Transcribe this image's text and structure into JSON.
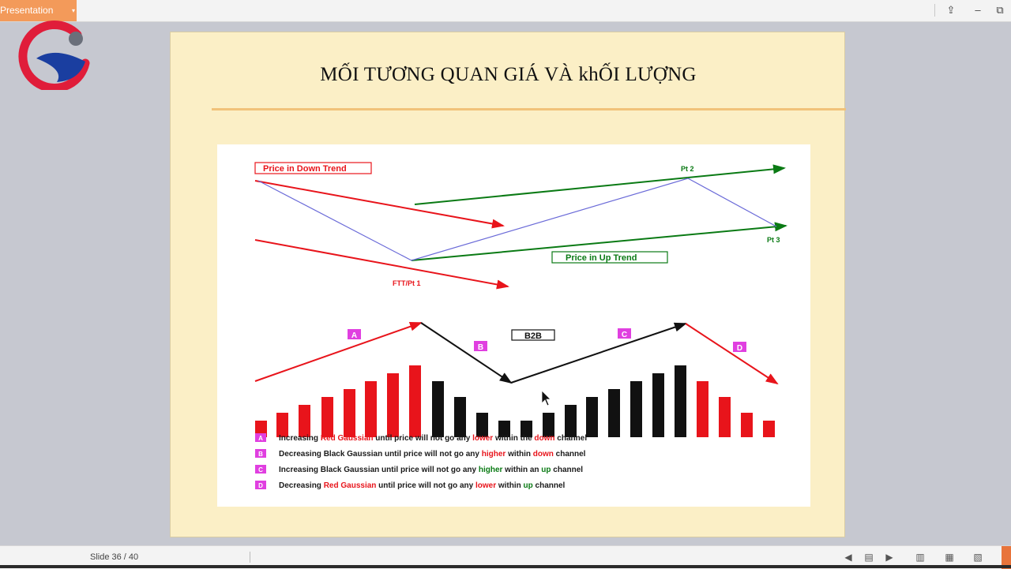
{
  "app": {
    "tab_label": "Presentation",
    "tab_arrow": "▾"
  },
  "window_controls": {
    "upload_icon": "⇪",
    "minimize": "–",
    "restore": "⧉"
  },
  "slide": {
    "title": "MỐI TƯƠNG QUAN GIÁ VÀ khỐI LƯỢNG"
  },
  "diagram": {
    "price_down_label": "Price in Down Trend",
    "price_up_label": "Price in Up Trend",
    "pt2": "Pt 2",
    "pt3": "Pt 3",
    "ftt_pt1": "FTT/Pt 1",
    "b2b": "B2B",
    "badges": [
      "A",
      "B",
      "C",
      "D"
    ],
    "colors": {
      "red": "#e8141b",
      "black": "#111111",
      "green": "#0a7a14",
      "blue": "#6a6ad8",
      "magenta": "#e03fe0"
    },
    "legend": [
      {
        "tag": "A",
        "parts": [
          {
            "t": "Increasing ",
            "c": "black"
          },
          {
            "t": "Red Gaussian",
            "c": "red"
          },
          {
            "t": " until price will not go any ",
            "c": "black"
          },
          {
            "t": "lower",
            "c": "red"
          },
          {
            "t": " within the ",
            "c": "black"
          },
          {
            "t": "down",
            "c": "red"
          },
          {
            "t": " channel",
            "c": "black"
          }
        ]
      },
      {
        "tag": "B",
        "parts": [
          {
            "t": "Decreasing Black Gaussian until price will not go any ",
            "c": "black"
          },
          {
            "t": "higher",
            "c": "red"
          },
          {
            "t": " within ",
            "c": "black"
          },
          {
            "t": "down",
            "c": "red"
          },
          {
            "t": " channel",
            "c": "black"
          }
        ]
      },
      {
        "tag": "C",
        "parts": [
          {
            "t": "Increasing Black Gaussian until price will not go any ",
            "c": "black"
          },
          {
            "t": "higher",
            "c": "green"
          },
          {
            "t": " within an ",
            "c": "black"
          },
          {
            "t": "up",
            "c": "green"
          },
          {
            "t": " channel",
            "c": "black"
          }
        ]
      },
      {
        "tag": "D",
        "parts": [
          {
            "t": "Decreasing ",
            "c": "black"
          },
          {
            "t": "Red Gaussian",
            "c": "red"
          },
          {
            "t": " until price will not go any ",
            "c": "black"
          },
          {
            "t": "lower",
            "c": "red"
          },
          {
            "t": " within ",
            "c": "black"
          },
          {
            "t": "up",
            "c": "green"
          },
          {
            "t": " channel",
            "c": "black"
          }
        ]
      }
    ]
  },
  "status": {
    "slide_counter": "Slide 36 / 40"
  }
}
